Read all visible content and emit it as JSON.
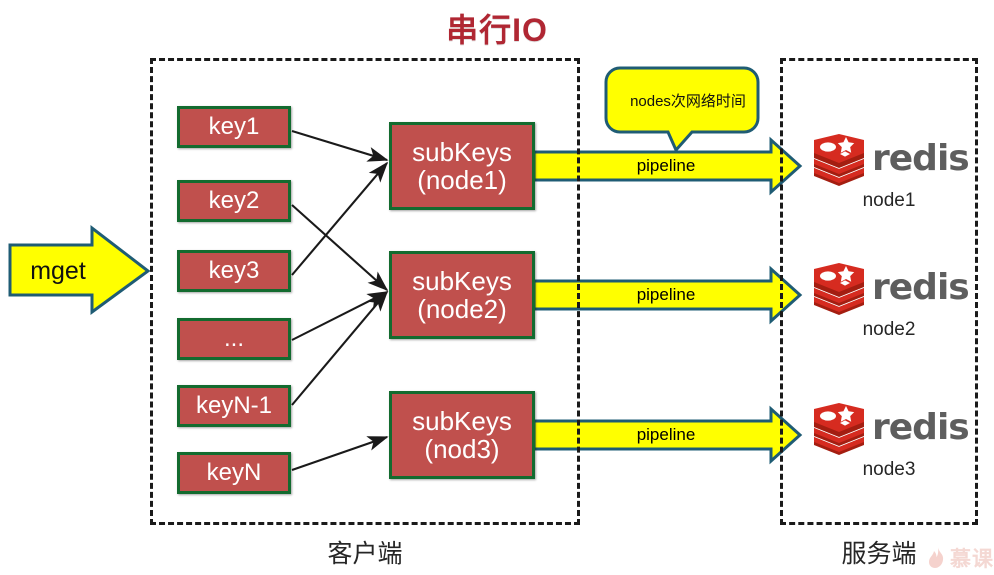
{
  "title": "串行IO",
  "colors": {
    "title": "#b02733",
    "box_fill": "#c0504d",
    "box_border": "#136b2f",
    "arrow_fill": "#ffff00",
    "arrow_border": "#1f5c74",
    "zone_border": "#1a1a1a",
    "redis_red": "#d62b20",
    "redis_word": "#5e5e5e"
  },
  "left_entry": {
    "label": "mget",
    "icon": "right-arrow-icon"
  },
  "client_zone": {
    "label": "客户端",
    "keys": [
      {
        "label": "key1"
      },
      {
        "label": "key2"
      },
      {
        "label": "key3"
      },
      {
        "label": "..."
      },
      {
        "label": "keyN-1"
      },
      {
        "label": "keyN"
      }
    ],
    "sub_keys": [
      {
        "line1": "subKeys",
        "line2": "(node1)"
      },
      {
        "line1": "subKeys",
        "line2": "(node2)"
      },
      {
        "line1": "subKeys",
        "line2": "(nod3)"
      }
    ]
  },
  "callout": {
    "text": "nodes次网络时间"
  },
  "pipelines": [
    {
      "label": "pipeline"
    },
    {
      "label": "pipeline"
    },
    {
      "label": "pipeline"
    }
  ],
  "server_zone": {
    "label": "服务端",
    "nodes": [
      {
        "logo": "redis-logo-icon",
        "brand": "redis",
        "name": "node1"
      },
      {
        "logo": "redis-logo-icon",
        "brand": "redis",
        "name": "node2"
      },
      {
        "logo": "redis-logo-icon",
        "brand": "redis",
        "name": "node3"
      }
    ]
  },
  "watermark": {
    "text": "慕课",
    "icon": "flame-icon"
  }
}
